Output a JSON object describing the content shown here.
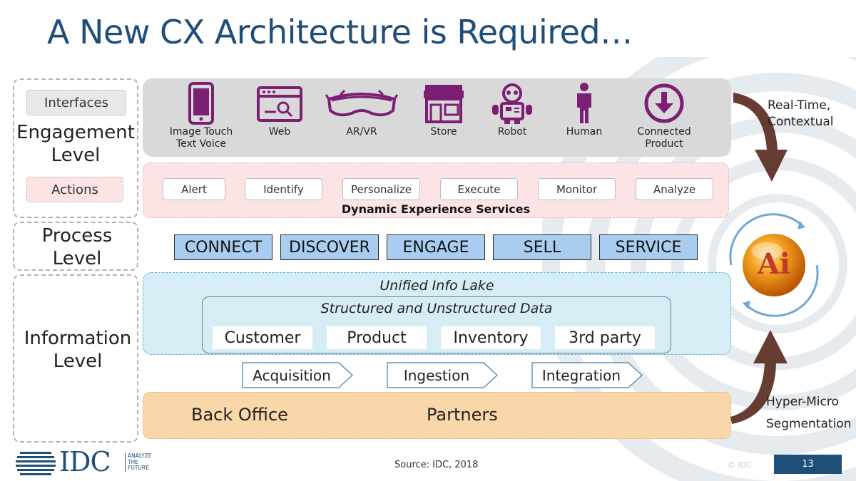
{
  "title": "A New CX Architecture is Required…",
  "levels": {
    "engagement": "Engagement Level",
    "process": "Process Level",
    "information": "Information Level"
  },
  "tags": {
    "interfaces": "Interfaces",
    "actions": "Actions"
  },
  "interfaces": [
    {
      "label": "Image Touch Text Voice",
      "icon": "smartphone-icon"
    },
    {
      "label": "Web",
      "icon": "web-browser-icon"
    },
    {
      "label": "AR/VR",
      "icon": "vr-goggles-icon"
    },
    {
      "label": "Store",
      "icon": "storefront-icon"
    },
    {
      "label": "Robot",
      "icon": "robot-icon"
    },
    {
      "label": "Human",
      "icon": "person-icon"
    },
    {
      "label": "Connected Product",
      "icon": "download-circle-icon"
    }
  ],
  "actions": [
    "Alert",
    "Identify",
    "Personalize",
    "Execute",
    "Monitor",
    "Analyze"
  ],
  "dynamic_services_label": "Dynamic Experience Services",
  "process": [
    "CONNECT",
    "DISCOVER",
    "ENGAGE",
    "SELL",
    "SERVICE"
  ],
  "info_lake": {
    "title": "Unified Info Lake",
    "data_title": "Structured and Unstructured Data",
    "data_items": [
      "Customer",
      "Product",
      "Inventory",
      "3rd party"
    ]
  },
  "pipeline": [
    "Acquisition",
    "Ingestion",
    "Integration"
  ],
  "back_office": [
    "Back Office",
    "Partners"
  ],
  "right": {
    "top": "Real-Time, Contextual",
    "bottom_1": "Hyper-Micro",
    "bottom_2": "Segmentation",
    "ai": "Ai"
  },
  "footer": {
    "source": "Source: IDC, 2018",
    "copyright": "© IDC",
    "page": "13",
    "logo": "IDC",
    "tagline_1": "ANALYZE",
    "tagline_2": "THE",
    "tagline_3": "FUTURE"
  },
  "colors": {
    "title": "#1f4e79",
    "engagement_band": "#d9d9d9",
    "actions_band": "#fce4e4",
    "process_box": "#a9cdf0",
    "info_lake": "#d7edf5",
    "back_office": "#fad7a8",
    "icon_purple": "#7b1f74",
    "arrow_brown": "#5a2c22"
  }
}
